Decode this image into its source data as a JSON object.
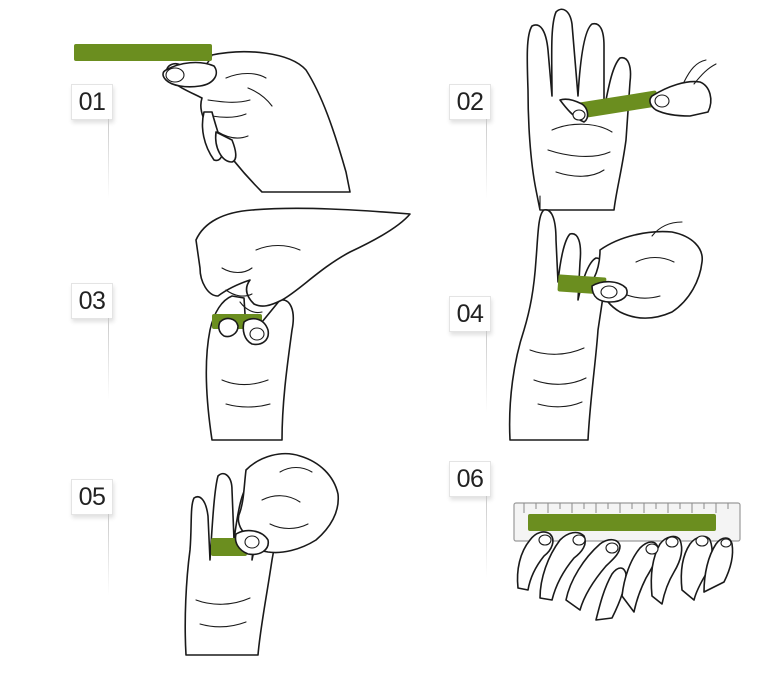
{
  "colors": {
    "strip": "#6b8e1f",
    "strip_dark": "#577417",
    "ink": "#1a1a1a",
    "label_border": "#e4e4e4"
  },
  "steps": [
    {
      "number": "01"
    },
    {
      "number": "02"
    },
    {
      "number": "03"
    },
    {
      "number": "04"
    },
    {
      "number": "05"
    },
    {
      "number": "06"
    }
  ]
}
